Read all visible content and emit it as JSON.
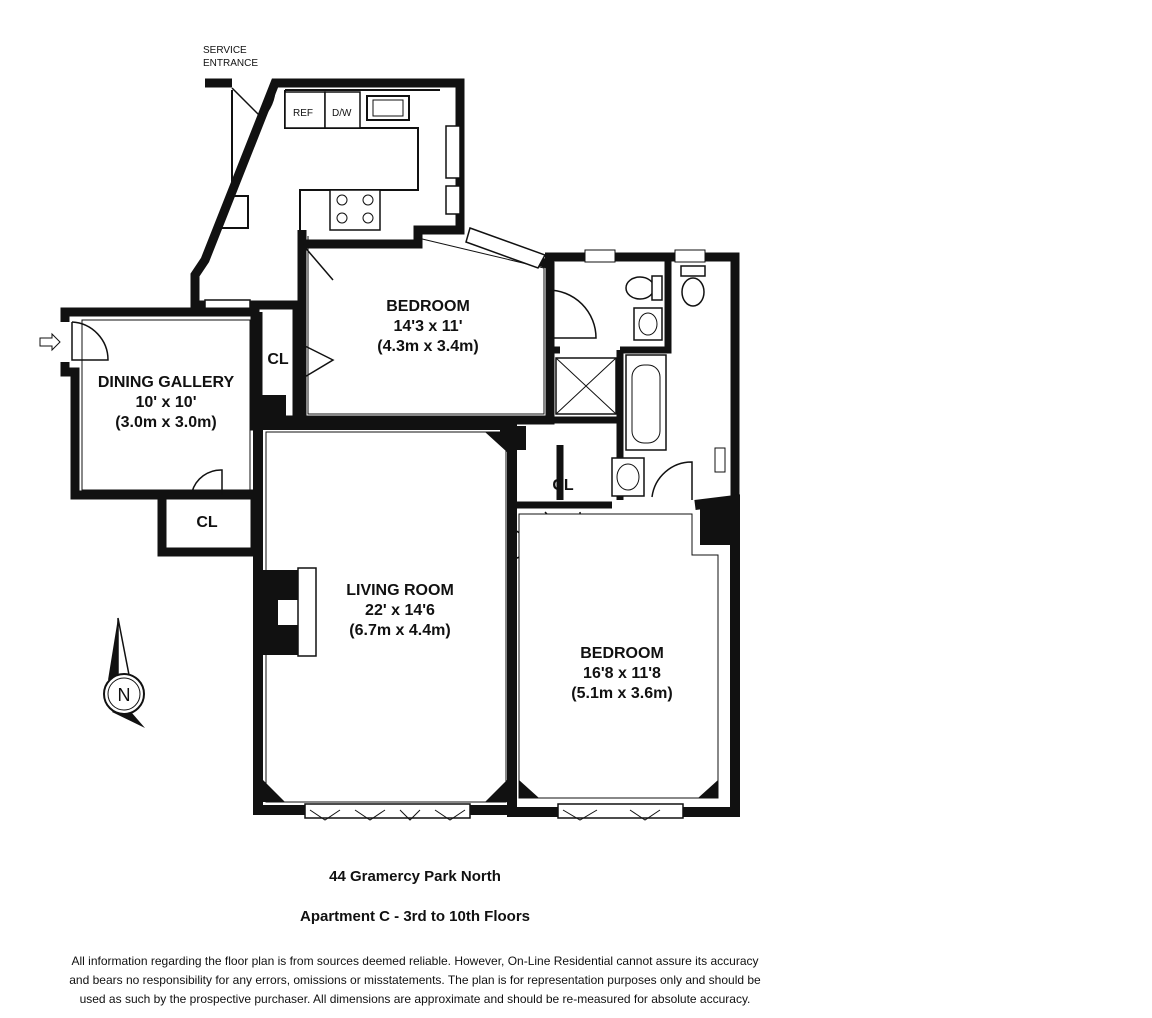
{
  "service_entrance": {
    "line1": "SERVICE",
    "line2": "ENTRANCE"
  },
  "appliances": {
    "refrigerator": "REF",
    "dishwasher": "D/W"
  },
  "rooms": {
    "bedroom_north": {
      "name": "BEDROOM",
      "imperial": "14'3 x 11'",
      "metric": "(4.3m x 3.4m)"
    },
    "dining_gallery": {
      "name": "DINING GALLERY",
      "imperial": "10' x 10'",
      "metric": "(3.0m x 3.0m)"
    },
    "living_room": {
      "name": "LIVING ROOM",
      "imperial": "22' x 14'6",
      "metric": "(6.7m x 4.4m)"
    },
    "bedroom_south": {
      "name": "BEDROOM",
      "imperial": "16'8 x 11'8",
      "metric": "(5.1m x 3.6m)"
    }
  },
  "closets": {
    "cl_upper": "CL",
    "cl_dining": "CL",
    "cl_middle": "CL"
  },
  "compass": {
    "letter": "N"
  },
  "caption": {
    "address": "44 Gramercy Park North",
    "apartment": "Apartment C - 3rd to 10th Floors"
  },
  "disclaimer": {
    "line1": "All information regarding the floor plan is from sources deemed reliable.  However, On-Line Residential cannot assure its accuracy",
    "line2": "and bears no responsibility for any errors, omissions or misstatements.  The plan is for representation purposes only and should be",
    "line3": "used as such by the prospective purchaser.  All dimensions are approximate and should be re-measured for absolute accuracy."
  },
  "colors": {
    "wall": "#111111",
    "background": "#ffffff"
  }
}
